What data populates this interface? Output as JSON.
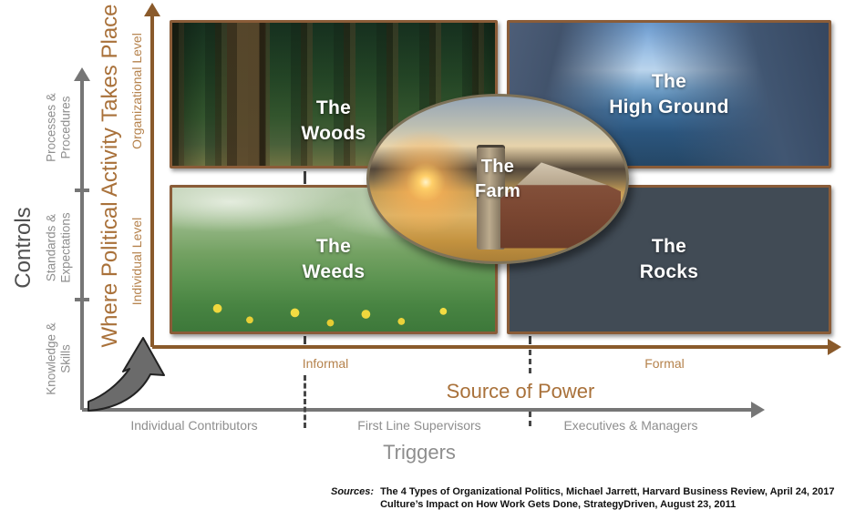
{
  "matrix": {
    "quadrants": [
      {
        "name": "woods",
        "label": "The\nWoods"
      },
      {
        "name": "high-ground",
        "label": "The\nHigh Ground"
      },
      {
        "name": "weeds",
        "label": "The\nWeeds"
      },
      {
        "name": "rocks",
        "label": "The\nRocks"
      }
    ],
    "center": {
      "name": "farm",
      "label": "The\nFarm"
    }
  },
  "y_axis_activity": {
    "title": "Where Political Activity Takes Place",
    "ticks": [
      "Organizational Level",
      "Individual Level"
    ]
  },
  "y_axis_controls": {
    "title": "Controls",
    "ticks": [
      "Processes &\nProcedures",
      "Standards &\nExpectations",
      "Knowledge &\nSkills"
    ]
  },
  "x_axis_power": {
    "title": "Source of Power",
    "ticks": [
      "Informal",
      "Formal"
    ]
  },
  "x_axis_triggers": {
    "title": "Triggers",
    "ticks": [
      "Individual Contributors",
      "First Line Supervisors",
      "Executives & Managers"
    ]
  },
  "sources": {
    "label": "Sources:",
    "lines": [
      "The 4 Types of Organizational Politics, Michael Jarrett, Harvard Business Review, April 24, 2017",
      "Culture’s Impact on How Work Gets Done, StrategyDriven, August 23, 2011"
    ]
  },
  "colors": {
    "axis_brown": "#8a5a2b",
    "axis_gray": "#767676",
    "title_orange": "#a9713a",
    "tick_orange": "#b5824c",
    "label_gray": "#8e8e8e",
    "image_border_brown": "#8a5c38"
  }
}
